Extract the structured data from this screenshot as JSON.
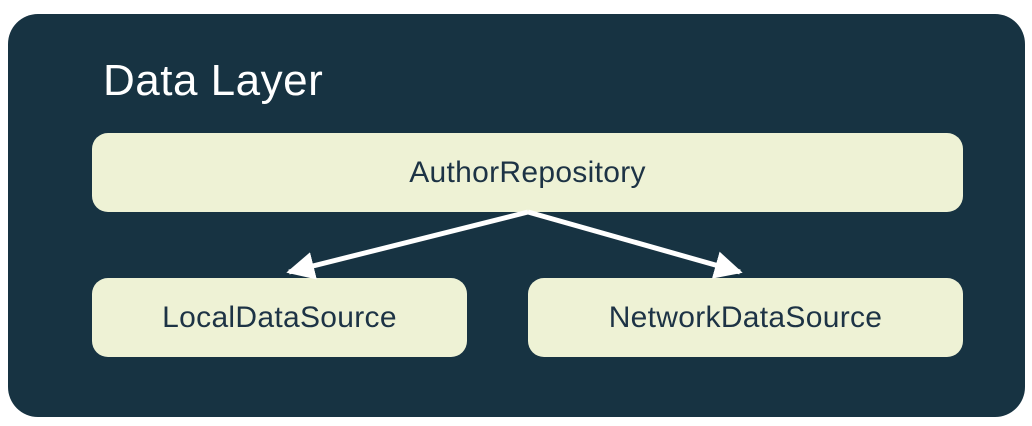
{
  "diagram": {
    "title": "Data Layer",
    "nodes": [
      {
        "id": "author-repository",
        "label": "AuthorRepository"
      },
      {
        "id": "local-data-source",
        "label": "LocalDataSource"
      },
      {
        "id": "network-data-source",
        "label": "NetworkDataSource"
      }
    ],
    "edges": [
      {
        "from": "AuthorRepository",
        "to": "LocalDataSource"
      },
      {
        "from": "AuthorRepository",
        "to": "NetworkDataSource"
      }
    ],
    "colors": {
      "page_background": "#ffffff",
      "container_background": "#173342",
      "node_background": "#eef2d5",
      "node_text": "#1d3345",
      "title_text": "#ffffff",
      "arrow": "#ffffff"
    }
  }
}
